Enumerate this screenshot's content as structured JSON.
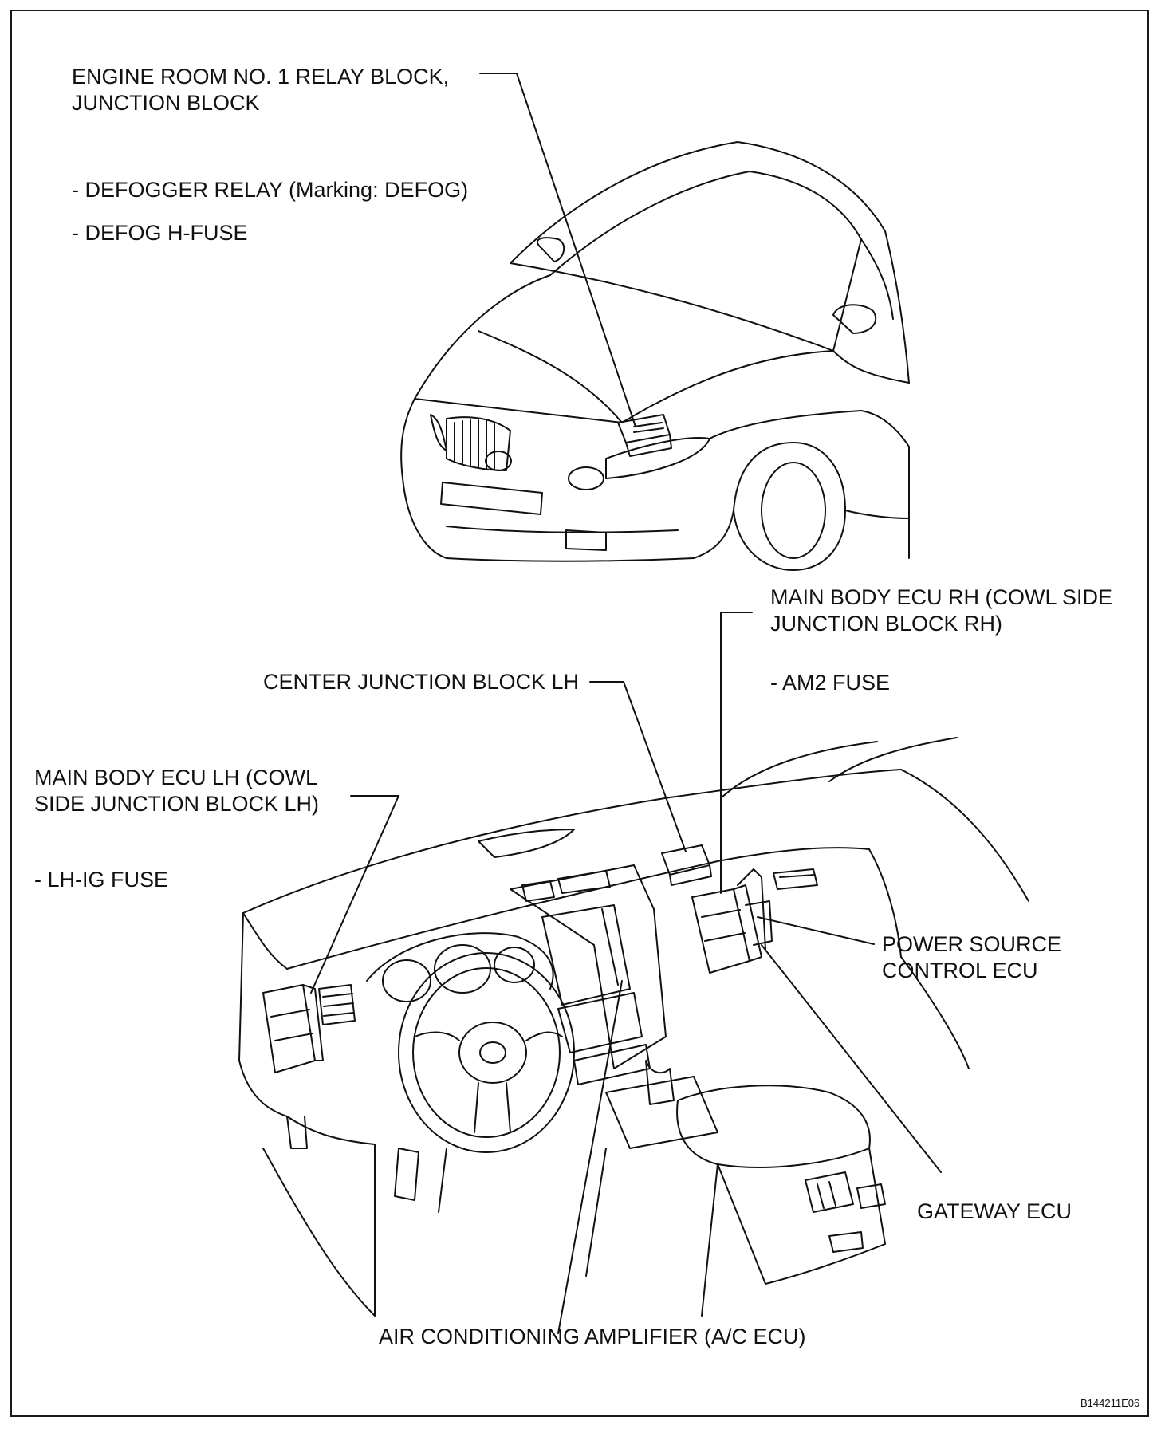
{
  "labels": {
    "engine_room": {
      "lines": [
        "ENGINE ROOM NO. 1 RELAY BLOCK,",
        "JUNCTION BLOCK"
      ],
      "items": [
        "- DEFOGGER RELAY (Marking: DEFOG)",
        "- DEFOG H-FUSE"
      ]
    },
    "main_body_ecu_rh": {
      "lines": [
        "MAIN BODY ECU RH (COWL SIDE",
        "JUNCTION BLOCK RH)"
      ],
      "items": [
        "- AM2 FUSE"
      ]
    },
    "center_junction_block": "CENTER JUNCTION BLOCK LH",
    "main_body_ecu_lh": {
      "lines": [
        "MAIN BODY ECU LH (COWL",
        "SIDE JUNCTION BLOCK LH)"
      ],
      "items": [
        "- LH-IG FUSE"
      ]
    },
    "power_source_ecu": [
      "POWER SOURCE",
      "CONTROL ECU"
    ],
    "gateway_ecu": "GATEWAY ECU",
    "ac_amplifier": "AIR CONDITIONING AMPLIFIER (A/C ECU)"
  },
  "figure_code": "B144211E06",
  "colors": {
    "ink": "#111111",
    "frame": "#1a1a1a",
    "background": "#ffffff"
  }
}
